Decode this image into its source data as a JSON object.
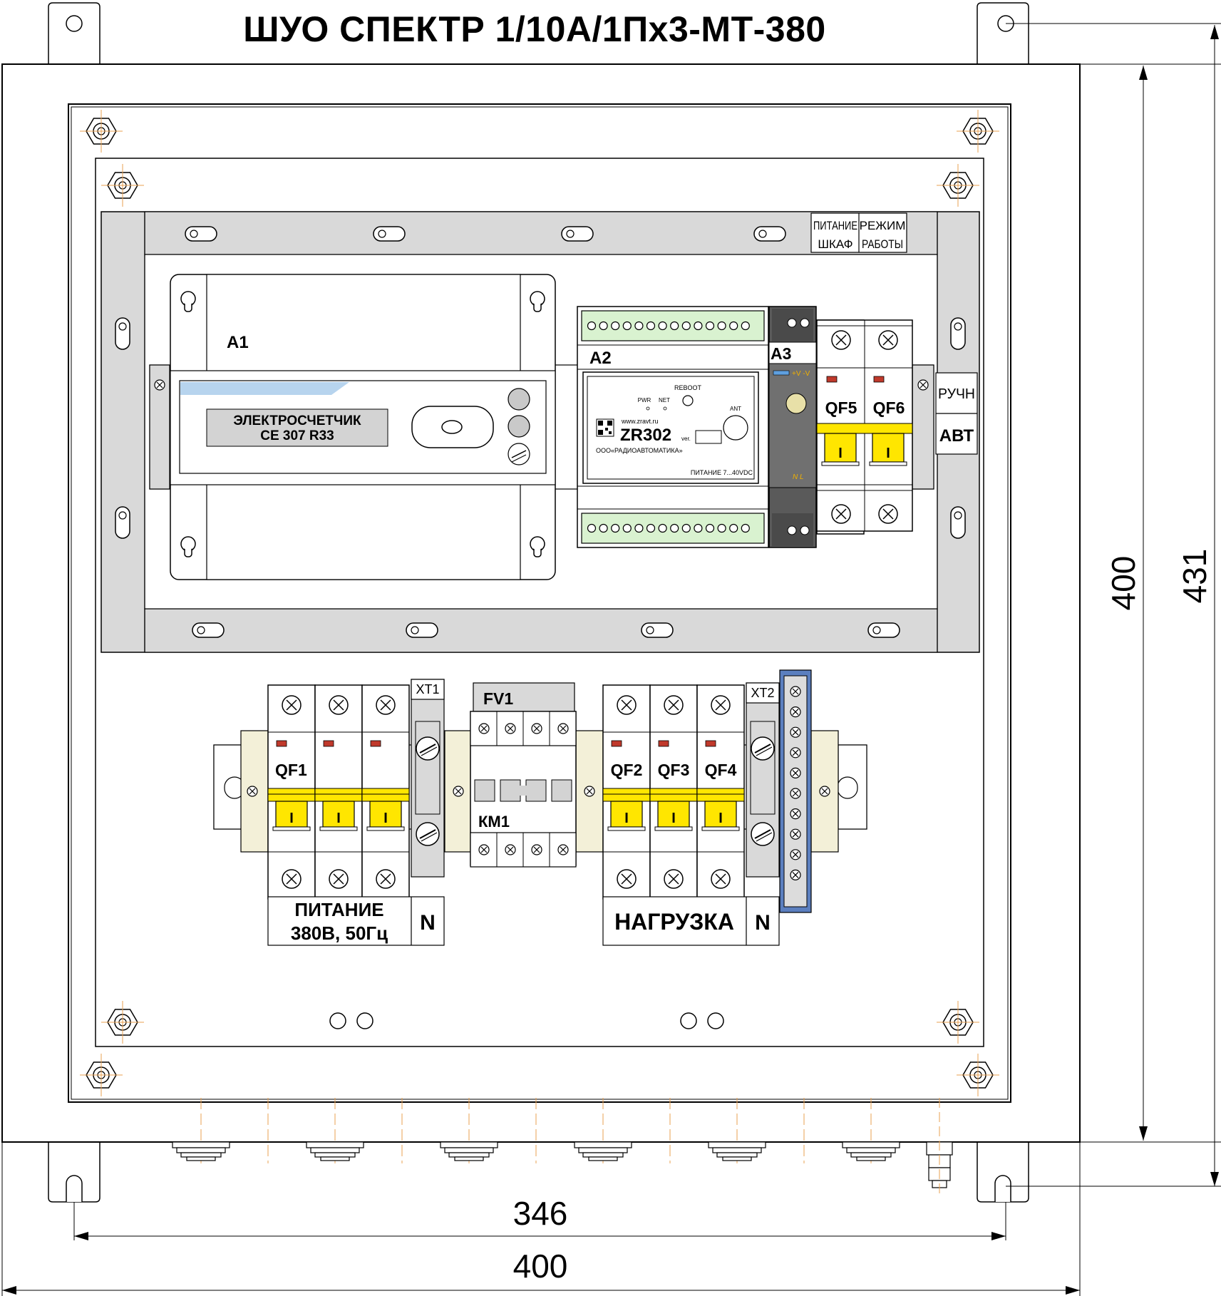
{
  "title": "ШУО СПЕКТР 1/10А/1Пх3-МТ-380",
  "dimensions": {
    "inner_height": "400",
    "outer_height": "431",
    "mount_width": "346",
    "overall_width": "400"
  },
  "components": {
    "a1_label": "А1",
    "a2_label": "А2",
    "a3_label": "А3",
    "meter_name_line1": "ЭЛЕКТРОСЧЕТЧИК",
    "meter_name_line2": "СЕ 307 R33",
    "controller": {
      "model": "ZR302",
      "website": "www.zravt.ru",
      "company": "ООО«РАДИОАВТОМАТИКА»",
      "power_text": "ПИТАНИЕ 7...40VDC",
      "reboot": "REBOOT",
      "pwr": "PWR",
      "net": "NET",
      "ant": "ANT",
      "ver": "ver."
    },
    "psu_terminals_top": "+V -V",
    "psu_terminals_bottom": "N L",
    "qf5": "QF5",
    "qf6": "QF6",
    "qf1": "QF1",
    "qf2": "QF2",
    "qf3": "QF3",
    "qf4": "QF4",
    "km1": "КМ1",
    "fv1": "FV1",
    "xt1": "XT1",
    "xt2": "XT2",
    "breaker_switch_mark": "I"
  },
  "labels": {
    "power_cabinet_line1": "ПИТАНИЕ",
    "power_cabinet_line2": "ШКАФ",
    "mode_line1": "РЕЖИМ",
    "mode_line2": "РАБОТЫ",
    "manual": "РУЧН",
    "auto": "АВТ",
    "supply_line1": "ПИТАНИЕ",
    "supply_line2": "380В, 50Гц",
    "neutral_left": "N",
    "load": "НАГРУЗКА",
    "neutral_right": "N"
  },
  "colors": {
    "rail_gray": "#d9d9d9",
    "terminal_green": "#d9f2d0",
    "breaker_yellow": "#ffe600",
    "indicator_red": "#c0392b",
    "busbar_blue": "#5b7fbf",
    "meter_stripe": "#b7d4ee",
    "guide_orange": "#e8a050"
  }
}
